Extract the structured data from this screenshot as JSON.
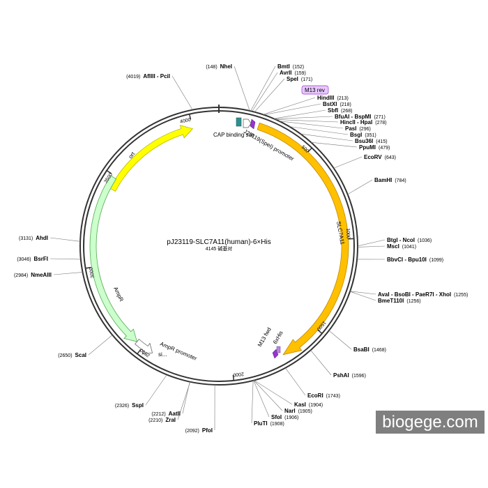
{
  "plasmid": {
    "name": "pJ23119-SLC7A11(human)-6×His",
    "size_label": "4145 碱基对",
    "total_bp": 4145
  },
  "ticks": [
    "500",
    "1000",
    "1500",
    "2000",
    "2500",
    "3000",
    "3500",
    "4000"
  ],
  "features": [
    {
      "name": "ort",
      "start": 3430,
      "end": 4000,
      "color": "#ffff00",
      "stroke": "#b8b800",
      "dir": 1
    },
    {
      "name": "SLC7A11",
      "start": 210,
      "end": 1720,
      "color": "#ffc000",
      "stroke": "#c08800",
      "dir": 1
    },
    {
      "name": "AmpR",
      "start": 2540,
      "end": 3490,
      "color": "#ccffcc",
      "stroke": "#55aa55",
      "dir": -1
    },
    {
      "name": "AmpR promoter",
      "start": 2440,
      "end": 2540,
      "color": "#ffffff",
      "stroke": "#666666",
      "dir": -1
    }
  ],
  "small_features": {
    "cap": "CAP binding site",
    "j23119": "J23119(SpeI) promoter",
    "m13rev": "M13 rev",
    "m13fwd": "M13 fwd",
    "his": "6xHis",
    "si": "si..."
  },
  "sites": [
    {
      "name": "NheI",
      "pos": "(148)"
    },
    {
      "name": "BmtI",
      "pos": "(152)"
    },
    {
      "name": "AvrII",
      "pos": "(159)"
    },
    {
      "name": "SpeI",
      "pos": "(171)"
    },
    {
      "name": "HindIII",
      "pos": "(213)"
    },
    {
      "name": "BstXI",
      "pos": "(218)"
    },
    {
      "name": "SbfI",
      "pos": "(268)"
    },
    {
      "name": "BfuAI - BspMI",
      "pos": "(271)"
    },
    {
      "name": "HincII - HpaI",
      "pos": "(278)"
    },
    {
      "name": "PasI",
      "pos": "(296)"
    },
    {
      "name": "BsgI",
      "pos": "(351)"
    },
    {
      "name": "Bsu36I",
      "pos": "(415)"
    },
    {
      "name": "PpuMI",
      "pos": "(479)"
    },
    {
      "name": "EcoRV",
      "pos": "(643)"
    },
    {
      "name": "BamHI",
      "pos": "(784)"
    },
    {
      "name": "BtgI - NcoI",
      "pos": "(1036)"
    },
    {
      "name": "MscI",
      "pos": "(1041)"
    },
    {
      "name": "BbvCI - Bpu10I",
      "pos": "(1099)"
    },
    {
      "name": "AvaI - BsoBI - PaeR7I - XhoI",
      "pos": "(1255)"
    },
    {
      "name": "BmeT110I",
      "pos": "(1256)"
    },
    {
      "name": "BsaBI",
      "pos": "(1468)"
    },
    {
      "name": "PshAI",
      "pos": "(1596)"
    },
    {
      "name": "EcoRI",
      "pos": "(1743)"
    },
    {
      "name": "KasI",
      "pos": "(1904)"
    },
    {
      "name": "NarI",
      "pos": "(1905)"
    },
    {
      "name": "SfoI",
      "pos": "(1906)"
    },
    {
      "name": "PluTI",
      "pos": "(1908)"
    },
    {
      "name": "PfoI",
      "pos": "(2092)"
    },
    {
      "name": "ZraI",
      "pos": "(2210)"
    },
    {
      "name": "AatII",
      "pos": "(2212)"
    },
    {
      "name": "SspI",
      "pos": "(2326)"
    },
    {
      "name": "ScaI",
      "pos": "(2650)"
    },
    {
      "name": "NmeAIII",
      "pos": "(2984)"
    },
    {
      "name": "BsrFI",
      "pos": "(3046)"
    },
    {
      "name": "AhdI",
      "pos": "(3131)"
    },
    {
      "name": "AflIII - PciI",
      "pos": "(4019)"
    }
  ],
  "watermark": "biogege.com"
}
